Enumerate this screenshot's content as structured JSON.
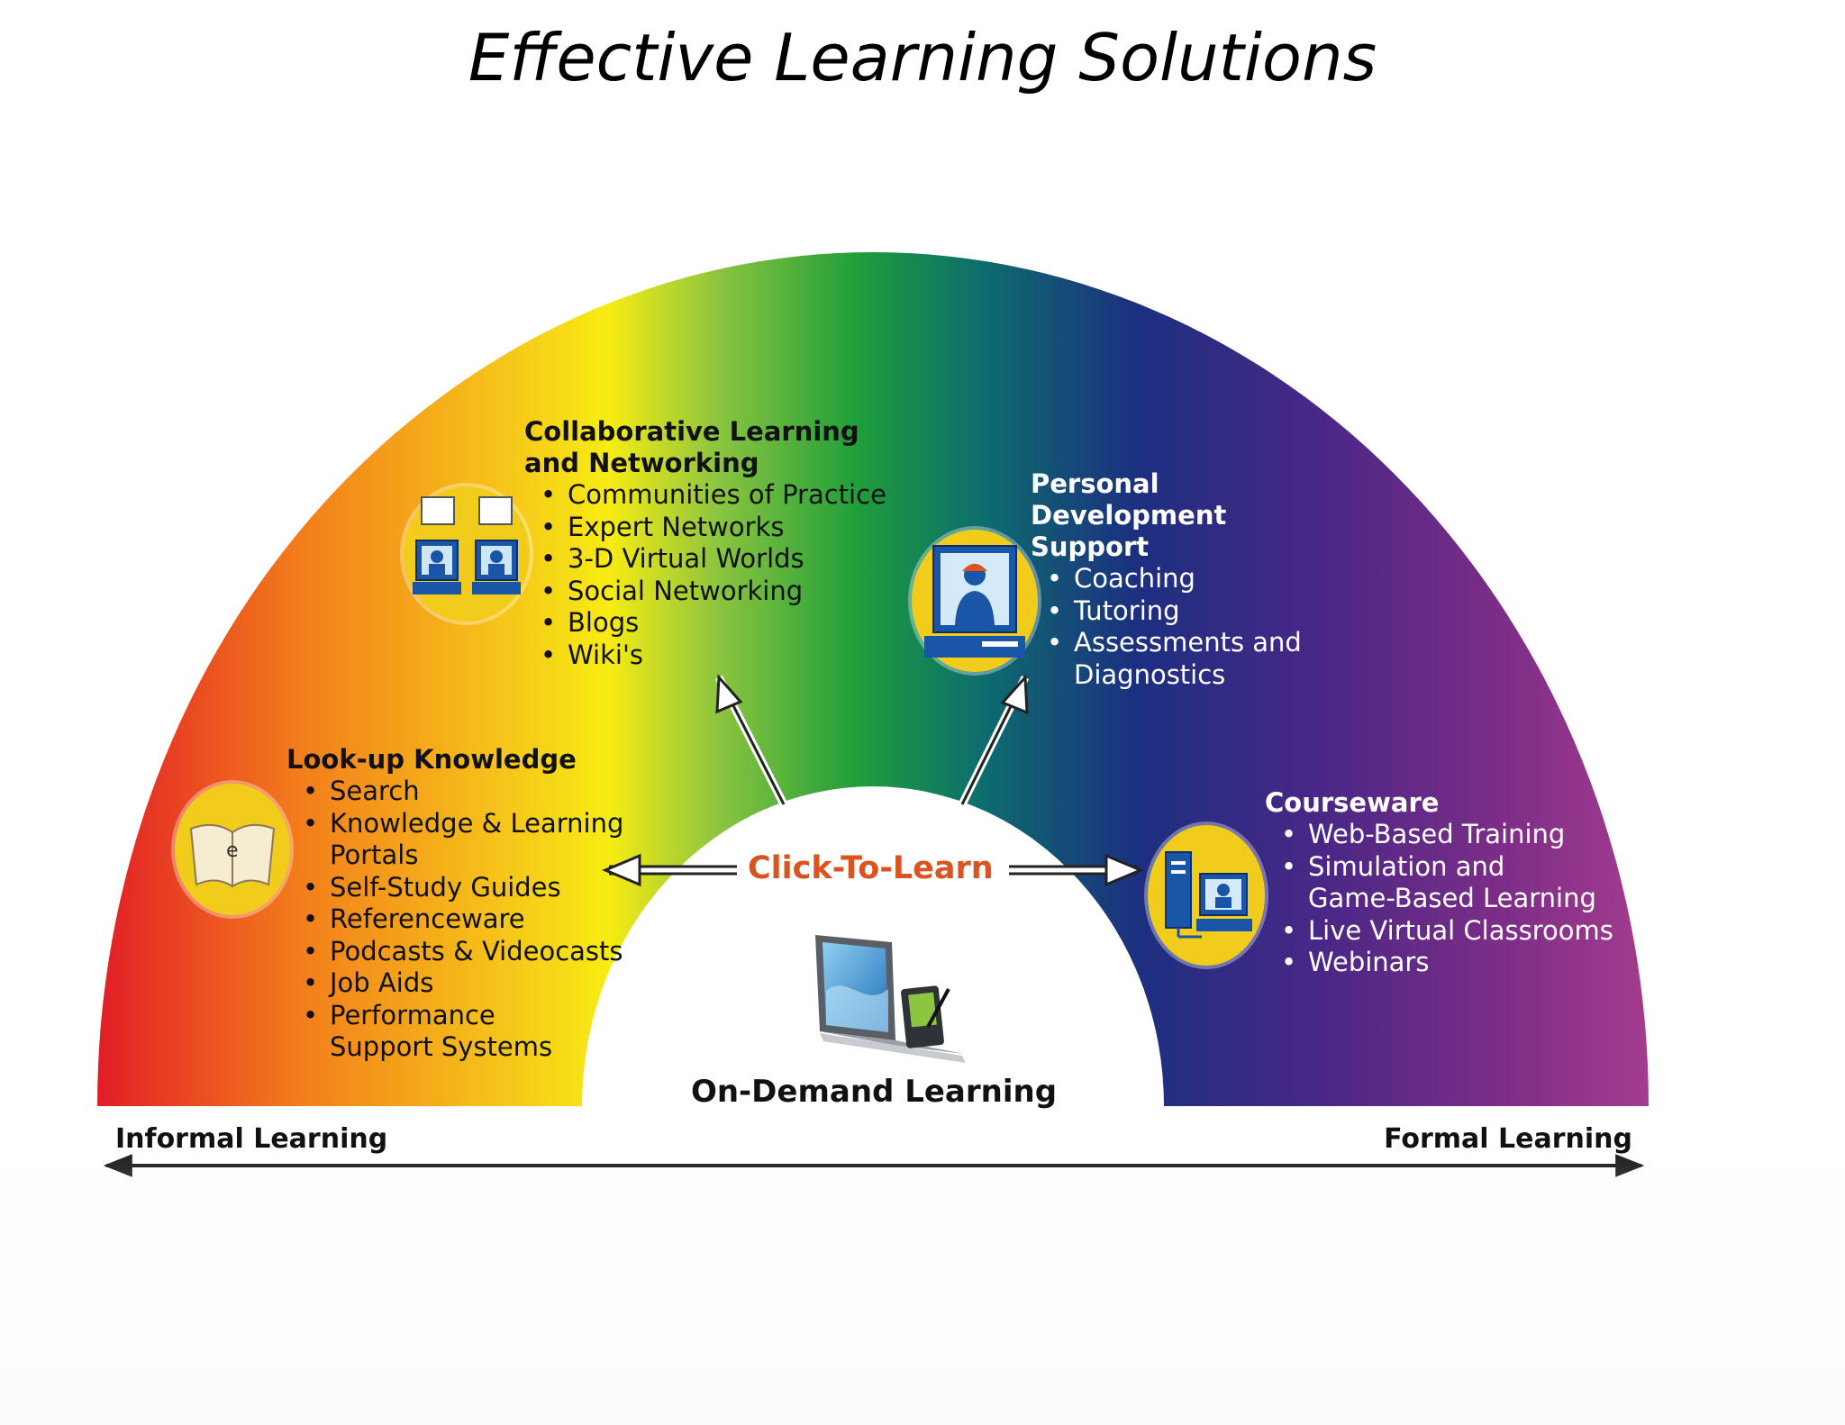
{
  "title": "Effective Learning Solutions",
  "center": {
    "label": "On-Demand Learning",
    "hub": "Click-To-Learn"
  },
  "axis": {
    "left": "Informal Learning",
    "right": "Formal Learning"
  },
  "categories": {
    "lookup": {
      "title": "Look-up Knowledge",
      "items": [
        "Search",
        "Knowledge & Learning",
        "Portals",
        "Self-Study Guides",
        "Referenceware",
        "Podcasts & Videocasts",
        "Job Aids",
        "Performance",
        "Support Systems"
      ]
    },
    "collab": {
      "title_line1": "Collaborative Learning",
      "title_line2": "and Networking",
      "items": [
        "Communities of Practice",
        "Expert Networks",
        "3-D Virtual Worlds",
        "Social Networking",
        "Blogs",
        "Wiki's"
      ]
    },
    "personal": {
      "title_line1": "Personal Development",
      "title_line2": "Support",
      "items": [
        "Coaching",
        "Tutoring",
        "Assessments and",
        "Diagnostics"
      ]
    },
    "courseware": {
      "title": "Courseware",
      "items": [
        "Web-Based Training",
        "Simulation and",
        "Game-Based Learning",
        "Live Virtual Classrooms",
        "Webinars"
      ]
    }
  },
  "icons": {
    "lookup": "open-book-icon",
    "collab": "networked-users-icon",
    "personal": "coach-monitor-icon",
    "courseware": "computer-workstation-icon",
    "center": "laptop-and-pda-icon",
    "book_letter": "e"
  },
  "colors": {
    "spectrum": [
      "#e21d26",
      "#f27d1b",
      "#f6c41a",
      "#f7ec13",
      "#8cc53f",
      "#1f9e3a",
      "#0d6d6e",
      "#1c2f80",
      "#4a2786",
      "#7a2d87",
      "#a43c8e"
    ],
    "icon_circle": "#f2cc1b",
    "hub_text": "#d9541e"
  }
}
